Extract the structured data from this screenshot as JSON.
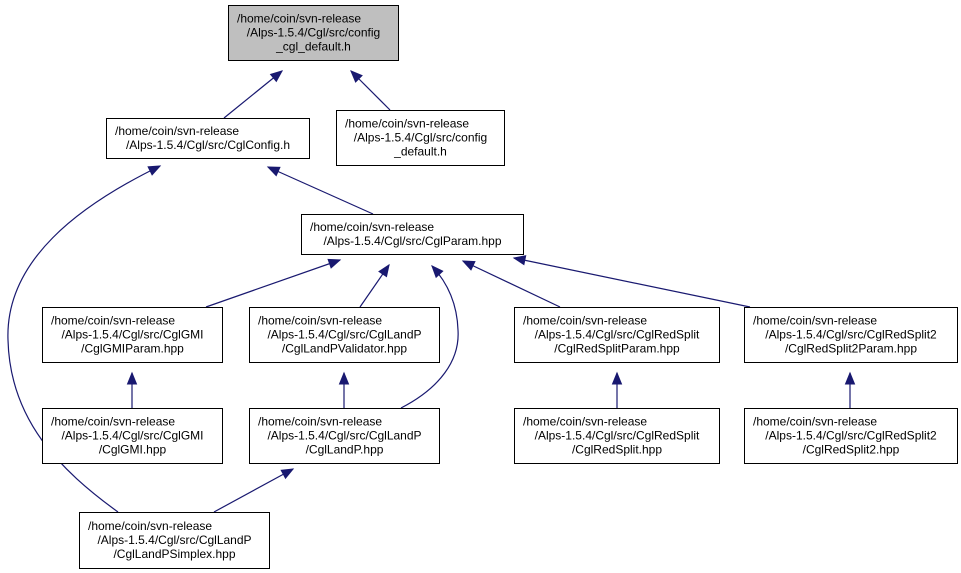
{
  "colors": {
    "edge": "#191970",
    "focus_fill": "#bfbfbf",
    "node_fill": "#ffffff",
    "border": "#000000"
  },
  "nodes": [
    {
      "id": "cgl_default",
      "lines": [
        "/home/coin/svn-release",
        "/Alps-1.5.4/Cgl/src/config",
        "_cgl_default.h"
      ],
      "focus": true
    },
    {
      "id": "cglconfig",
      "lines": [
        "/home/coin/svn-release",
        "/Alps-1.5.4/Cgl/src/CglConfig.h"
      ]
    },
    {
      "id": "config_default",
      "lines": [
        "/home/coin/svn-release",
        "/Alps-1.5.4/Cgl/src/config",
        "_default.h"
      ]
    },
    {
      "id": "cglparam",
      "lines": [
        "/home/coin/svn-release",
        "/Alps-1.5.4/Cgl/src/CglParam.hpp"
      ]
    },
    {
      "id": "gmiparam",
      "lines": [
        "/home/coin/svn-release",
        "/Alps-1.5.4/Cgl/src/CglGMI",
        "/CglGMIParam.hpp"
      ]
    },
    {
      "id": "landpvalidator",
      "lines": [
        "/home/coin/svn-release",
        "/Alps-1.5.4/Cgl/src/CglLandP",
        "/CglLandPValidator.hpp"
      ]
    },
    {
      "id": "redsplitparam",
      "lines": [
        "/home/coin/svn-release",
        "/Alps-1.5.4/Cgl/src/CglRedSplit",
        "/CglRedSplitParam.hpp"
      ]
    },
    {
      "id": "redsplit2param",
      "lines": [
        "/home/coin/svn-release",
        "/Alps-1.5.4/Cgl/src/CglRedSplit2",
        "/CglRedSplit2Param.hpp"
      ]
    },
    {
      "id": "gmi",
      "lines": [
        "/home/coin/svn-release",
        "/Alps-1.5.4/Cgl/src/CglGMI",
        "/CglGMI.hpp"
      ]
    },
    {
      "id": "landp",
      "lines": [
        "/home/coin/svn-release",
        "/Alps-1.5.4/Cgl/src/CglLandP",
        "/CglLandP.hpp"
      ]
    },
    {
      "id": "redsplit",
      "lines": [
        "/home/coin/svn-release",
        "/Alps-1.5.4/Cgl/src/CglRedSplit",
        "/CglRedSplit.hpp"
      ]
    },
    {
      "id": "redsplit2",
      "lines": [
        "/home/coin/svn-release",
        "/Alps-1.5.4/Cgl/src/CglRedSplit2",
        "/CglRedSplit2.hpp"
      ]
    },
    {
      "id": "landpsimplex",
      "lines": [
        "/home/coin/svn-release",
        "/Alps-1.5.4/Cgl/src/CglLandP",
        "/CglLandPSimplex.hpp"
      ]
    }
  ],
  "edges": [
    {
      "from": "cglconfig",
      "to": "cgl_default"
    },
    {
      "from": "config_default",
      "to": "cgl_default"
    },
    {
      "from": "cglparam",
      "to": "cglconfig"
    },
    {
      "from": "landpsimplex",
      "to": "cglconfig"
    },
    {
      "from": "gmiparam",
      "to": "cglparam"
    },
    {
      "from": "landpvalidator",
      "to": "cglparam"
    },
    {
      "from": "landp",
      "to": "cglparam"
    },
    {
      "from": "redsplitparam",
      "to": "cglparam"
    },
    {
      "from": "redsplit2param",
      "to": "cglparam"
    },
    {
      "from": "gmi",
      "to": "gmiparam"
    },
    {
      "from": "landp",
      "to": "landpvalidator"
    },
    {
      "from": "redsplit",
      "to": "redsplitparam"
    },
    {
      "from": "redsplit2",
      "to": "redsplit2param"
    },
    {
      "from": "landpsimplex",
      "to": "landp"
    }
  ]
}
